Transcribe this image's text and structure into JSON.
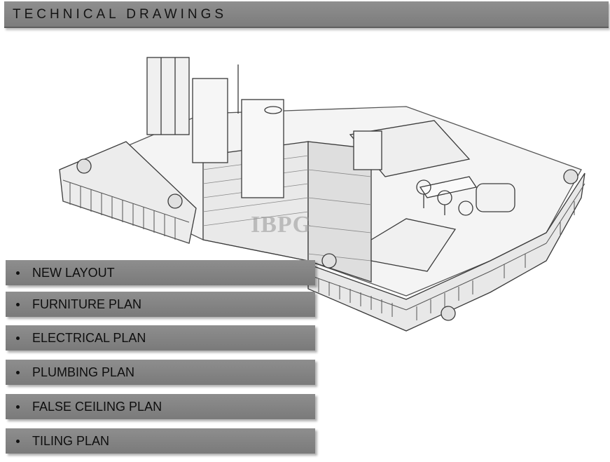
{
  "header": {
    "title": "TECHNICAL DRAWINGS"
  },
  "watermark": {
    "text": "IBPG"
  },
  "menu": {
    "items": [
      {
        "label": "NEW LAYOUT"
      },
      {
        "label": "FURNITURE PLAN"
      },
      {
        "label": "ELECTRICAL PLAN"
      },
      {
        "label": "PLUMBING PLAN"
      },
      {
        "label": "FALSE CEILING PLAN"
      },
      {
        "label": "TILING PLAN"
      }
    ]
  },
  "colors": {
    "bar": "#858585",
    "text": "#111111",
    "line": "#3a3a3a"
  }
}
